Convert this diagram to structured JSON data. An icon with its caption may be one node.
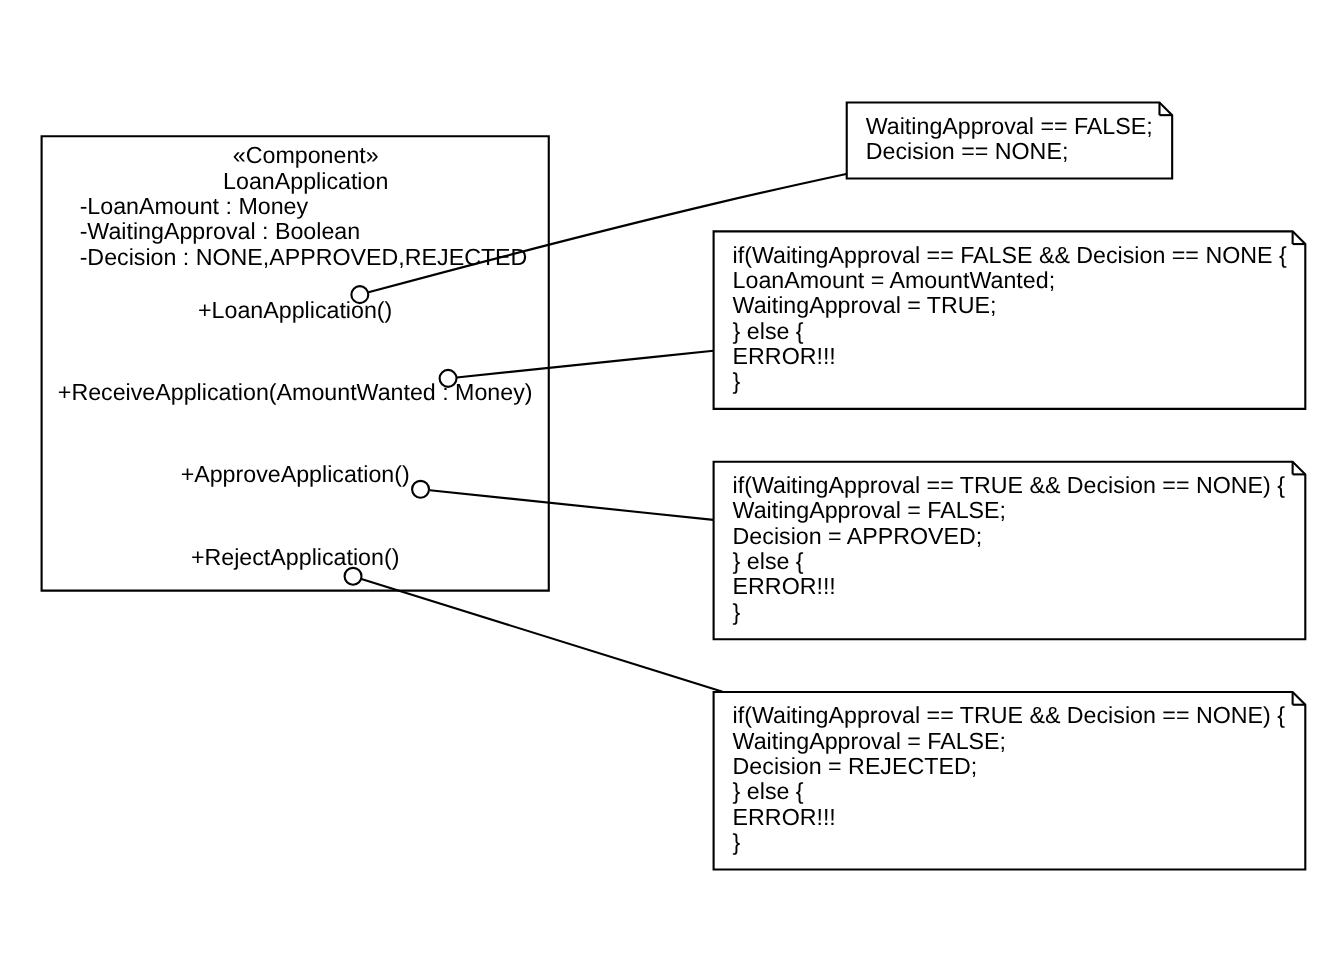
{
  "diagram": {
    "nodes": [
      {
        "text": [
          "«Component»",
          "LoanApplication",
          "-LoanAmount : Money",
          "-WaitingApproval : Boolean",
          "-Decision : NONE,APPROVED,REJECTED"
        ]
      },
      {
        "text": [
          "+LoanApplication()"
        ],
        "in": 0
      },
      {
        "text": [
          "+ReceiveApplication(AmountWanted : Money)"
        ],
        "in": 0
      },
      {
        "text": [
          "+ApproveApplication()"
        ],
        "in": 0
      },
      {
        "text": [
          "+RejectApplication()"
        ],
        "in": 0
      },
      {
        "text": [
          "WaitingApproval == FALSE;",
          "Decision == NONE;"
        ]
      },
      {
        "text": [
          "if(WaitingApproval == FALSE && Decision == NONE {",
          "LoanAmount = AmountWanted;",
          "WaitingApproval = TRUE;",
          "} else {",
          "ERROR!!!",
          "}"
        ]
      },
      {
        "text": [
          "if(WaitingApproval == TRUE && Decision == NONE) {",
          "WaitingApproval = FALSE;",
          "Decision = APPROVED;",
          "} else {",
          "ERROR!!!",
          "}"
        ]
      },
      {
        "text": [
          "if(WaitingApproval == TRUE && Decision == NONE) {",
          "WaitingApproval = FALSE;",
          "Decision = REJECTED;",
          "} else {",
          "ERROR!!!",
          "}"
        ]
      }
    ],
    "edges": [
      {
        "from": 5,
        "to": 1,
        "arrow": "other"
      },
      {
        "from": 6,
        "to": 2,
        "arrow": "other"
      },
      {
        "from": 7,
        "to": 3,
        "arrow": "other"
      },
      {
        "from": 8,
        "to": 4,
        "arrow": "other"
      }
    ]
  }
}
